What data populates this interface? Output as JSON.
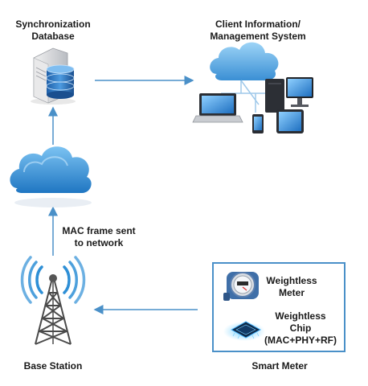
{
  "labels": {
    "sync_db": [
      "Synchronization",
      "Database"
    ],
    "client_system": [
      "Client Information/",
      "Management System"
    ],
    "mac_frame": [
      "MAC frame sent",
      "to network"
    ],
    "weightless_meter": [
      "Weightless",
      "Meter"
    ],
    "weightless_chip": [
      "Weightless",
      "Chip",
      "(MAC+PHY+RF)"
    ],
    "base_station": "Base Station",
    "smart_meter": "Smart Meter"
  },
  "icons": [
    "server-database-icon",
    "cloud-icon",
    "laptop-icon",
    "desktop-computer-icon",
    "tablet-icon",
    "phone-icon",
    "cell-tower-icon",
    "meter-icon",
    "chip-icon",
    "arrow-icon"
  ],
  "colors": {
    "arrow": "#4a90c8",
    "cloud": "#3a8fd4",
    "box_border": "#4a90c8",
    "tower": "#444444",
    "signal": "#2e8fd6"
  }
}
